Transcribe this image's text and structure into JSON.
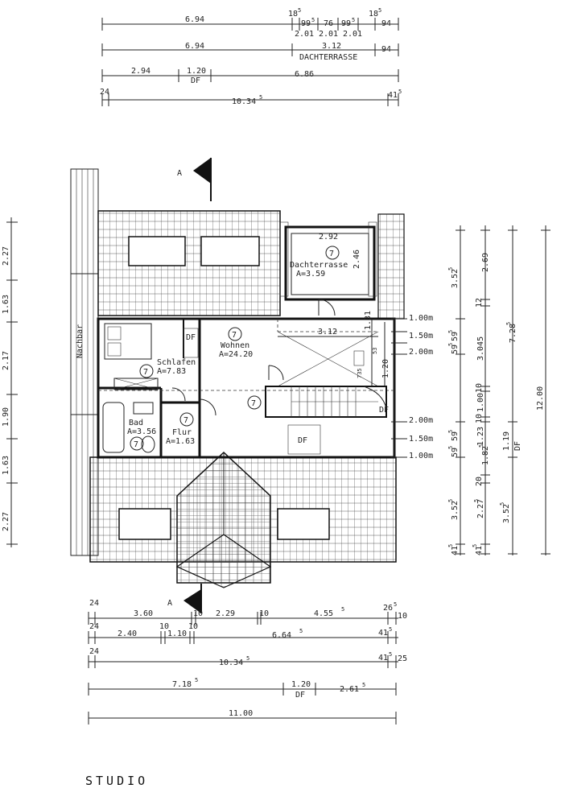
{
  "top_dimensions": {
    "row1": [
      "6.94",
      "18",
      "5",
      "99",
      "5",
      "76",
      "99",
      "5",
      "18",
      "5",
      "94",
      "2.01",
      "2.01",
      "2.01"
    ],
    "row2": [
      "6.94",
      "3.12",
      "DACHTERRASSE",
      "94"
    ],
    "row3": [
      "2.94",
      "1.20",
      "DF",
      "6.86"
    ],
    "row4": [
      "24",
      "10.34",
      "5",
      "41",
      "5"
    ]
  },
  "rooms": {
    "dachterrasse": {
      "name": "Dachterrasse",
      "area": "A=3.59",
      "width": "2.92",
      "depth": "2.46",
      "num": "7"
    },
    "wohnen": {
      "name": "Wohnen",
      "area": "A=24.20",
      "num": "7"
    },
    "schlafen": {
      "name": "Schlafen",
      "area": "A=7.83",
      "num": "7"
    },
    "bad": {
      "name": "Bad",
      "area": "A=3.56",
      "num": "7"
    },
    "flur": {
      "name": "Flur",
      "area": "A=1.63",
      "num": "7"
    }
  },
  "plan_labels": {
    "df1": "DF",
    "df2": "DF",
    "df3": "DF",
    "stair_num": "7",
    "nachbar": "Nachbar",
    "section_mark": "A",
    "dim_312": "3.12",
    "dim_131": "1.31",
    "dim_735": "735",
    "dim_53": "53",
    "dim_120": "1.20",
    "left_dims": [
      "2.27",
      "1.63",
      "2.17",
      "1.90",
      "1.63",
      "2.27"
    ]
  },
  "right_dimensions": {
    "inner": [
      "1.00m",
      "1.50m",
      "2.00m",
      "2.00m",
      "1.50m",
      "1.00m"
    ],
    "col1": [
      "3.52",
      "5",
      "59",
      "5",
      "59",
      "5",
      "59",
      "5",
      "59",
      "5",
      "3.52",
      "5",
      "41",
      "5"
    ],
    "col2": [
      "2.69",
      "12",
      "3.045",
      "10",
      "1.00",
      "10",
      "1.23",
      "1.82",
      "5",
      "20",
      "2.27",
      "5",
      "41",
      "5"
    ],
    "col3": [
      "7.28",
      "5",
      "1.19",
      "DF",
      "3.52",
      "5"
    ],
    "col4": [
      "12.00"
    ]
  },
  "bottom_dimensions": {
    "row1": [
      "24",
      "3.60",
      "10",
      "2.29",
      "10",
      "4.55",
      "5",
      "26",
      "5",
      "10"
    ],
    "row2": [
      "24",
      "2.40",
      "10",
      "1.10",
      "10",
      "6.64",
      "5",
      "41",
      "5"
    ],
    "row3": [
      "24",
      "10.34",
      "5",
      "41",
      "5",
      "25"
    ],
    "row4": [
      "7.18",
      "5",
      "1.20",
      "DF",
      "2.61",
      "5"
    ],
    "row5": [
      "11.00"
    ]
  },
  "footer": {
    "title": "STUDIO"
  }
}
